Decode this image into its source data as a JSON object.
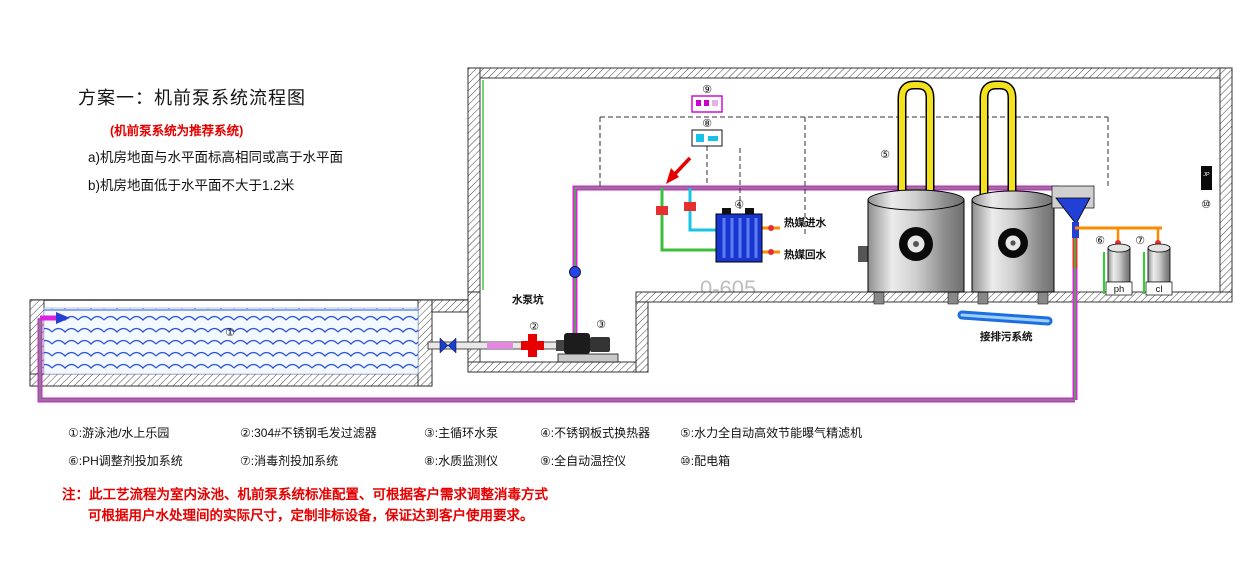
{
  "header": {
    "title": "方案一：机前泵系统流程图",
    "subtitle": "(机前泵系统为推荐系统)",
    "notes": [
      "a)机房地面与水平面标高相同或高于水平面",
      "b)机房地面低于水平面不大于1.2米"
    ]
  },
  "diagram": {
    "labels": {
      "pump_pit": "水泵坑",
      "hot_media_in": "热媒进水",
      "hot_media_return": "热媒回水",
      "drain_system": "接排污系统",
      "ph_tank": "ph",
      "cl_tank": "cl",
      "power_box": "JP"
    },
    "callouts": [
      "①",
      "②",
      "③",
      "④",
      "⑤",
      "⑥",
      "⑦",
      "⑧",
      "⑨",
      "⑩"
    ],
    "watermark": "0-605"
  },
  "legend": {
    "row1": [
      "①:游泳池/水上乐园",
      "②:304#不锈钢毛发过滤器",
      "③:主循环水泵",
      "④:不锈钢板式换热器",
      "⑤:水力全自动高效节能曝气精滤机"
    ],
    "row2": [
      "⑥:PH调整剂投加系统",
      "⑦:消毒剂投加系统",
      "⑧:水质监测仪",
      "⑨:全自动温控仪",
      "⑩:配电箱"
    ]
  },
  "footnote": {
    "line1": "注：此工艺流程为室内泳池、机前泵系统标准配置、可根据客户需求调整消毒方式",
    "line2": "可根据用户水处理间的实际尺寸，定制非标设备，保证达到客户使用要求。"
  },
  "colors": {
    "note_red": "#e60000",
    "pipe_magenta": "#e020e0",
    "pipe_green": "#3cbf3c",
    "pipe_cyan": "#19c3e6",
    "pipe_yellow": "#f3e11c",
    "pipe_orange": "#ff8a00",
    "pipe_blue": "#2340d6",
    "water_blue": "#2a52d8",
    "exchanger_blue": "#1836cf"
  }
}
